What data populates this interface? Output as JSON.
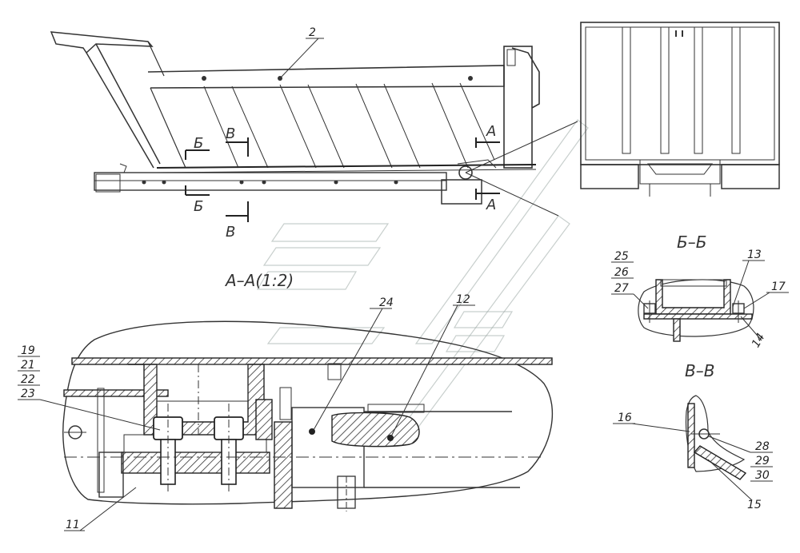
{
  "sections": {
    "aa": "А–А(1:2)",
    "bb": "Б–Б",
    "vv": "В–В"
  },
  "marks": {
    "a_top": "А",
    "a_bottom": "А",
    "b_top": "Б",
    "b_bottom": "Б",
    "v_top": "В",
    "v_bottom": "В"
  },
  "labels": {
    "p2": "2",
    "p11": "11",
    "p12": "12",
    "p13": "13",
    "p14": "14",
    "p15": "15",
    "p16": "16",
    "p17": "17",
    "p19": "19",
    "p21": "21",
    "p22": "22",
    "p23": "23",
    "p24": "24",
    "p25": "25",
    "p26": "26",
    "p27": "27",
    "p28": "28",
    "p29": "29",
    "p30": "30"
  }
}
